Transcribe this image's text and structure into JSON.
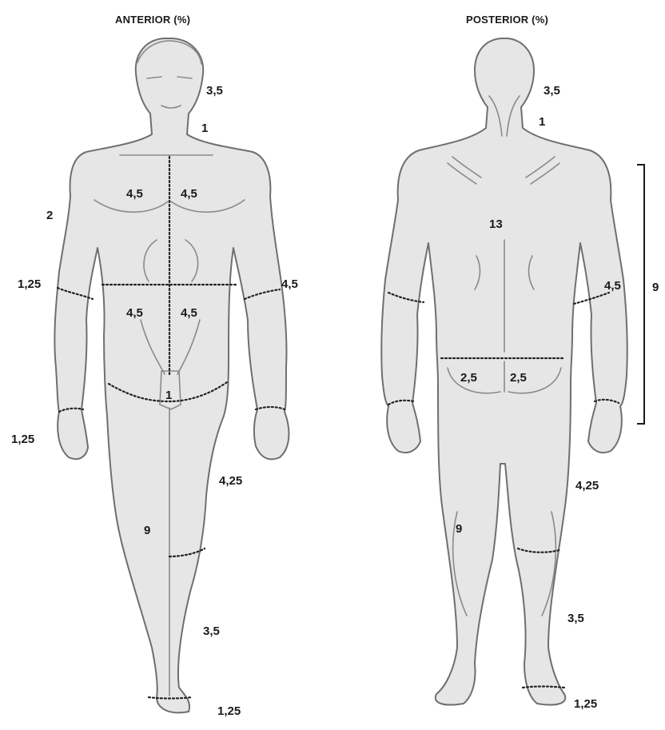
{
  "titles": {
    "anterior": "ANTERIOR (%)",
    "posterior": "POSTERIOR (%)"
  },
  "anterior_labels": {
    "head": "3,5",
    "neck": "1",
    "upper_arm": "2",
    "chest_left": "4,5",
    "chest_right": "4,5",
    "forearm_left": "1,25",
    "forearm_right": "4,5",
    "abdomen_left": "4,5",
    "abdomen_right": "4,5",
    "genitals": "1",
    "hand": "1,25",
    "thigh": "4,25",
    "leg_total": "9",
    "lower_leg": "3,5",
    "foot": "1,25"
  },
  "posterior_labels": {
    "head": "3,5",
    "neck": "1",
    "trunk": "13",
    "arm": "4,5",
    "arm_bracket": "9",
    "buttock_left": "2,5",
    "buttock_right": "2,5",
    "thigh": "4,25",
    "leg_total": "9",
    "lower_leg": "3,5",
    "foot": "1,25"
  }
}
